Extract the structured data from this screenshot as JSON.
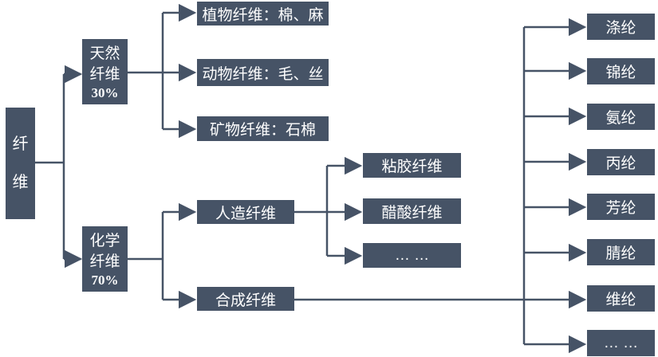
{
  "root": {
    "chars": [
      "纤",
      "维"
    ]
  },
  "natural": {
    "line1": "天然",
    "line2": "纤维",
    "pct": "30%"
  },
  "chemical": {
    "line1": "化学",
    "line2": "纤维",
    "pct": "70%"
  },
  "natural_items": [
    "植物纤维：棉、麻",
    "动物纤维：毛、丝",
    "矿物纤维：石棉"
  ],
  "chemical_items": [
    "人造纤维",
    "合成纤维"
  ],
  "artificial_items": [
    "粘胶纤维",
    "醋酸纤维",
    "… …"
  ],
  "synthetic_items": [
    "涤纶",
    "锦纶",
    "氨纶",
    "丙纶",
    "芳纶",
    "腈纶",
    "维纶",
    "… …"
  ],
  "colors": {
    "box": "#465366",
    "line": "#465366",
    "text": "#ffffff"
  }
}
